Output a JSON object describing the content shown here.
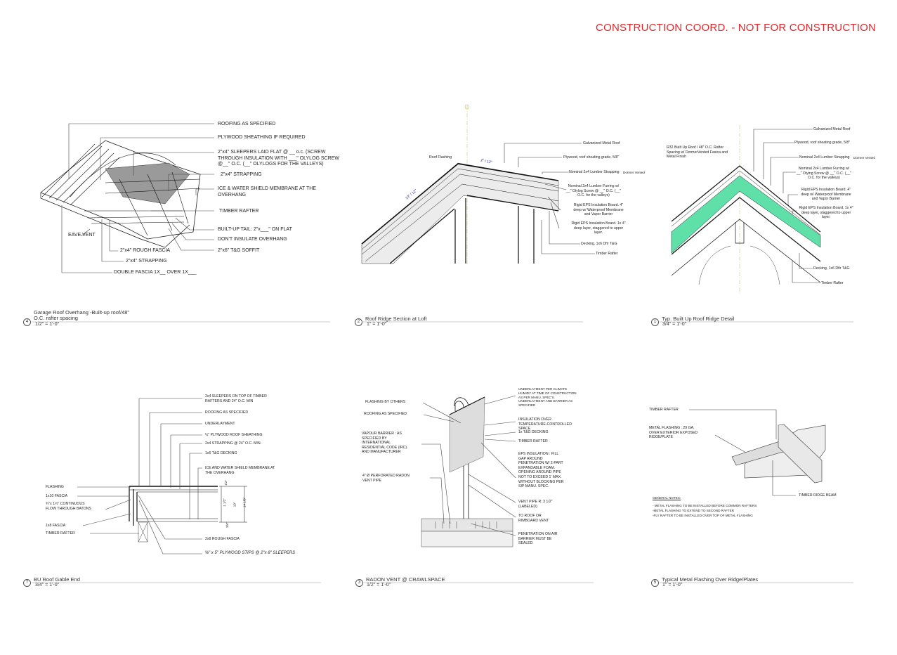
{
  "header": {
    "watermark": "CONSTRUCTION COORD.  - NOT FOR CONSTRUCTION"
  },
  "details": [
    {
      "number": "4",
      "title": "Garage Roof Overhang -Built-up roof/48\"\nO.C. rafter spacing",
      "scale": "1/2\" = 1'-0\"",
      "labels": [
        "ROOFING AS SPECIFIED",
        "PLYWOOD SHEATHING IF REQUIRED",
        "2\"x4\" SLEEPERS LAID FLAT  @ __ o.c. (SCREW\nTHROUGH INSULATION WITH ___\" OLYLOG SCREW\n@__\" O.C. (__\" OLYLOGS FOR THE VALLEYS)",
        "2\"x4\" STRAPPING",
        "ICE & WATER SHIELD MEMBRANE AT THE\nOVERHANG",
        "TIMBER RAFTER",
        "BUILT-UP TAIL: 2\"x___\" ON FLAT",
        "DON'T INSULATE OVERHANG",
        "2\"x6\" T&G SOFFIT",
        "EAVE VENT",
        "2\"x4\" ROUGH FASCIA",
        "2\"x4\" STRAPPING",
        "DOUBLE FASCIA   1X__ OVER 1X___"
      ]
    },
    {
      "number": "2",
      "title": "Roof Ridge Section at Loft",
      "scale": "1\" = 1'-0\"",
      "labels": [
        "Galvanized Metal Roof",
        "Plywood, roof sheating grade, 5/8\"",
        "Nominal 2x4 Lumber Strapping",
        "Dormer Vented",
        "Nominal 2x4 Lumber Furring w/\n__\" Olylog Screw @ __\" O.C. (__\"\nO.C. for the valleys)",
        "Rigid EPS Insulation Board. 4\"\ndeep w/ Waterproof Membrane\nand Vapor Barrier",
        "Rigid EPS Insulation Board. 1x 4\"\ndeep layer, staggered to upper\nlayer.",
        "Decking, 1x6 Dfir T&G",
        "Timber Rafter",
        "Roof Flashing",
        "2\" / 12\"",
        "10\" / 12\""
      ]
    },
    {
      "number": "1",
      "title": "Typ. Built Up Roof Ridge Detail",
      "scale": "3/4\" = 1'-0\"",
      "labels": [
        "Galvanized Metal Roof",
        "Plywood, roof sheating grade, 5/8\"",
        "Nominal 2x4 Lumber Strapping",
        "Dormer Vented",
        "Nominal 2x4 Lumber Furring w/\n__\" Olying Screw @ __\" O.C. (__\"\nO.C. for the valleys)",
        "Rigid EPS Insulation Board. 4\"\ndeep w/ Waterproof Membrane\nand Vapor Barrier",
        "Rigid EPS Insulation Board. 1x 4\"\ndeep layer, staggered to upper\nlayer.",
        "Decking, 1x6 Dfir T&G",
        "Timber Rafter",
        "R32 Built Up Roof / 48\" O.C. Rafter\nSpacing w/ DormerVented Fasica and\nMetal Finish"
      ],
      "insulation_color": "#5fe0a8"
    },
    {
      "number": "7",
      "title": "BU Roof Gable End",
      "scale": "3/4\" = 1'-0\"",
      "labels": [
        "2x4 SLEEPERS ON TOP OF TIMBER\nRAFTERS AND 24\" O.C. MIN",
        "ROOFING AS SPECIFIED",
        "UNDERLAYMENT",
        "½\" PLYWOOD ROOF SHEATHING",
        "2x4 STRAPPING @ 24\" O.C. MIN.",
        "1x6 T&G DECKING",
        "ICE AND WATER SHIELD MEMBRANE AT\nTHE OVERHANG",
        "FLASHING",
        "1x10 FASCIA",
        "¾\"x 1½\" CONTINUOUS\nFLOW THROUGH BATONS",
        "1x8 FASCIA",
        "TIMBER RAFTER",
        "2x8 ROUGH FASCIA",
        "⅝\" x 5\" PLYWOOD STIPS @ 2\"x 8\" SLEEPERS",
        "1/2\"",
        "1 1/2\"",
        "10\"",
        "14 1/8\"",
        "3/4\""
      ]
    },
    {
      "number": "3",
      "title": "RADON VENT @ CRAWLSPACE",
      "scale": "1/2\" = 1'-0\"",
      "labels": [
        "FLASHING BY OTHERS",
        "ROOFING AS SPECIFIED",
        "VAPOUR BARRIER : AS\nSPECIFIED BY\nINTERNATIONAL\nRESIDENTIAL CODE (IRC)\nAND MANUFACTURER",
        "4\" Ø PERFORATED RADON\nVENT PIPE",
        "UNDERLAYMENT PER CLIMATE\nHUMIDY AT TIME OF CONSTRUCTION\nAS PER MANU. SPEC'S.\nUNDERLAYMENT AND BARRIER AS\nSPECIFIED",
        "INSULATION OVER\nTEMPERATURE-CONTROLLED\nSPACE",
        "1x T&G DECKING",
        "TIMBER RAFTER",
        "EPS INSULATION : FILL\nGAP AROUND\nPENETRATION W/ 2-PART\nEXPANDABLE FOAM.\nOPENING AROUND PIPE\nNOT TO EXCEED 1' MAX.\nWITHOUT BLOCKING PER\nSIP MANU. SPEC.",
        "VENT PIPE R: 3 1/2\"\n(LABELED)",
        "TO ROOF OR\nRIMBOARD VENT",
        "PENETRATION ON AIR\nBARRIER MUST BE\nSEALED"
      ]
    },
    {
      "number": "5",
      "title": "Typical Metal Flashing Over Ridge/Plates",
      "scale": "1\" = 1'-0\"",
      "labels": [
        "TIMBER RAFTER",
        "METAL FLASHING : 29 GA.\nOVER EXTERIOR EXPOSED\nRIDGE/PLATE",
        "TIMBER RIDGE BEAM"
      ],
      "notes_heading": "GENERAL NOTES:",
      "notes": [
        "- METAL FLASHING TO BE INSTALLED BEFORE COMMON RAFTERS",
        "-METAL FLASHING TO EXTEND TO SECOND RAFTER",
        "-FLY RAFTER TO BE INSTALLED OVER TOP OF METAL FLASHING"
      ]
    }
  ]
}
